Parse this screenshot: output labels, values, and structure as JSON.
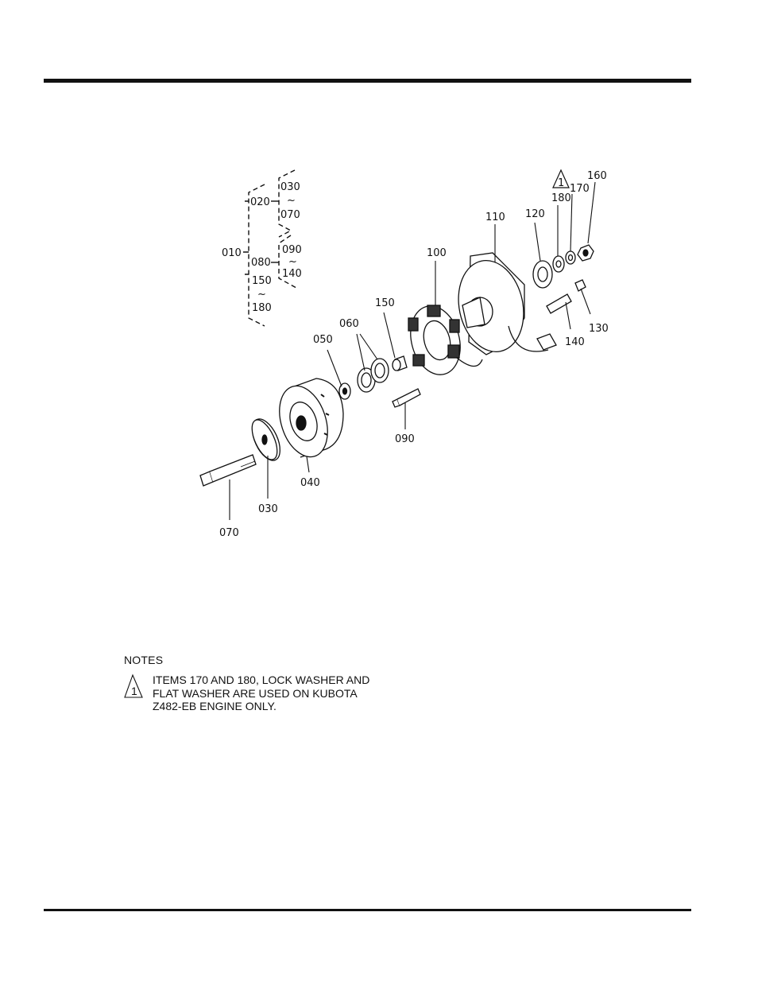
{
  "diagram": {
    "callouts": {
      "c010": "010",
      "c020": "020",
      "c030a": "030",
      "c070a": "070",
      "c080": "080",
      "c090a": "090",
      "c140a": "140",
      "c150a": "150",
      "c180a": "180",
      "tilde": "~",
      "p100": "100",
      "p110": "110",
      "p120": "120",
      "p180": "180",
      "p170": "170",
      "p160": "160",
      "p130": "130",
      "p140": "140",
      "p150": "150",
      "p060": "060",
      "p050": "050",
      "p090": "090",
      "p040": "040",
      "p030": "030",
      "p070": "070"
    },
    "warning_marker": "1"
  },
  "notes": {
    "title": "NOTES",
    "marker": "1",
    "lines": [
      "ITEMS 170 AND 180, LOCK WASHER AND",
      "FLAT WASHER ARE USED ON KUBOTA",
      "Z482-EB ENGINE ONLY."
    ]
  }
}
